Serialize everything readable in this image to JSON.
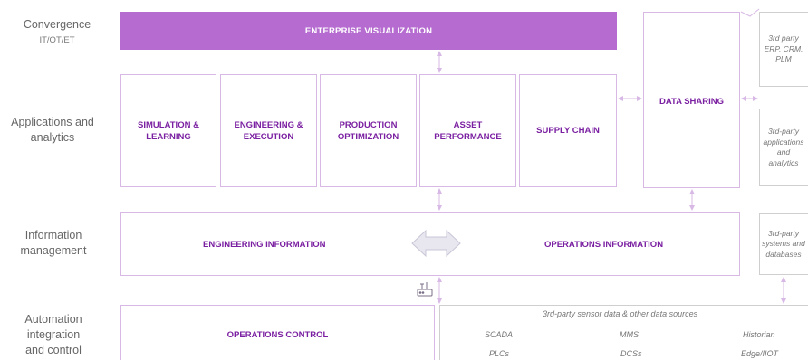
{
  "layers": {
    "convergence": {
      "title": "Convergence",
      "sub": "IT/OT/ET"
    },
    "applications": {
      "title": "Applications and\nanalytics"
    },
    "information": {
      "title": "Information\nmanagement"
    },
    "automation": {
      "title": "Automation\nintegration\nand control"
    }
  },
  "enterprise_visualization": "ENTERPRISE VISUALIZATION",
  "apps": [
    "SIMULATION &\nLEARNING",
    "ENGINEERING &\nEXECUTION",
    "PRODUCTION\nOPTIMIZATION",
    "ASSET\nPERFORMANCE",
    "SUPPLY CHAIN"
  ],
  "data_sharing": "DATA SHARING",
  "third_party": {
    "erp": "3rd party\nERP, CRM,\nPLM",
    "applications": "3rd-party\napplications\nand\nanalytics",
    "systems": "3rd-party\nsystems and\ndatabases"
  },
  "information_management": {
    "engineering": "ENGINEERING INFORMATION",
    "operations": "OPERATIONS INFORMATION"
  },
  "operations_control": "OPERATIONS CONTROL",
  "sensor_data": {
    "title": "3rd-party sensor data & other data sources",
    "row1": [
      "SCADA",
      "MMS",
      "Historian"
    ],
    "row2": [
      "PLCs",
      "DCSs",
      "Edge/IIOT"
    ]
  },
  "colors": {
    "accent": "#b56bd0",
    "text_accent": "#7a1fa1",
    "border": "#d8b9e6",
    "arrow": "#d8b9e6"
  },
  "icons": {
    "gateway": "router-icon"
  }
}
